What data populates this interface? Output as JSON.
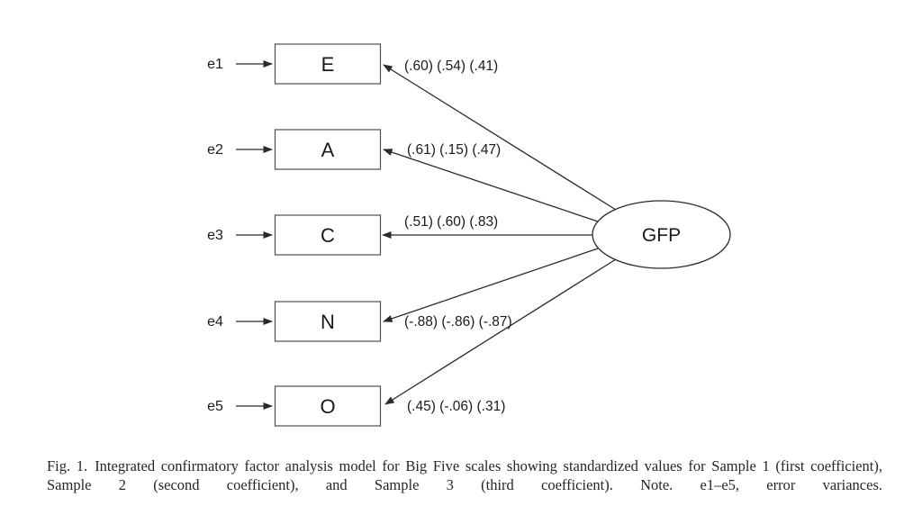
{
  "figure": {
    "caption": {
      "label": "Fig. 1.",
      "text": "Integrated confirmatory factor analysis model for Big Five scales showing standardized values for Sample 1 (first coefficient), Sample 2 (second coefficient), and Sample 3 (third coefficient). Note. e1–e5, error variances."
    },
    "latent_factor": "GFP",
    "rows": [
      {
        "error": "e1",
        "indicator": "E",
        "loadings": "(.60) (.54) (.41)"
      },
      {
        "error": "e2",
        "indicator": "A",
        "loadings": "(.61) (.15) (.47)"
      },
      {
        "error": "e3",
        "indicator": "C",
        "loadings": "(.51) (.60) (.83)"
      },
      {
        "error": "e4",
        "indicator": "N",
        "loadings": "(-.88) (-.86) (-.87)"
      },
      {
        "error": "e5",
        "indicator": "O",
        "loadings": "(.45) (-.06) (.31)"
      }
    ],
    "colors": {
      "line": "#2b2b2b",
      "box_border": "#4d4d4d",
      "text": "#1a1a1a",
      "background": "#ffffff"
    }
  }
}
